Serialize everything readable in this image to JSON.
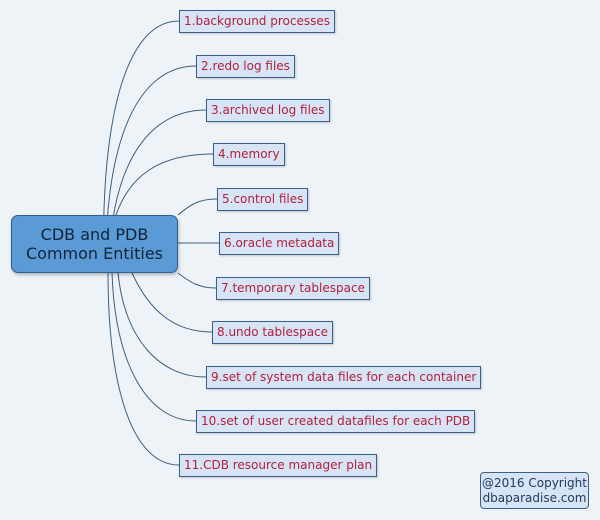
{
  "root": {
    "line1": "CDB and PDB",
    "line2": "Common Entities"
  },
  "entities": [
    "1.background processes",
    "2.redo log files",
    "3.archived log files",
    "4.memory",
    "5.control files",
    "6.oracle metadata",
    "7.temporary tablespace",
    "8.undo tablespace",
    "9.set of system data files for each container",
    "10.set of user created datafiles for each PDB",
    "11.CDB resource manager plan"
  ],
  "copyright": {
    "line1": "@2016 Copyright",
    "line2": "dbaparadise.com"
  },
  "colors": {
    "background": "#eef3f8",
    "root_fill": "#5b9bd5",
    "leaf_fill": "#d7e4f6",
    "leaf_text": "#b3203a",
    "connector": "#3d5f80"
  }
}
